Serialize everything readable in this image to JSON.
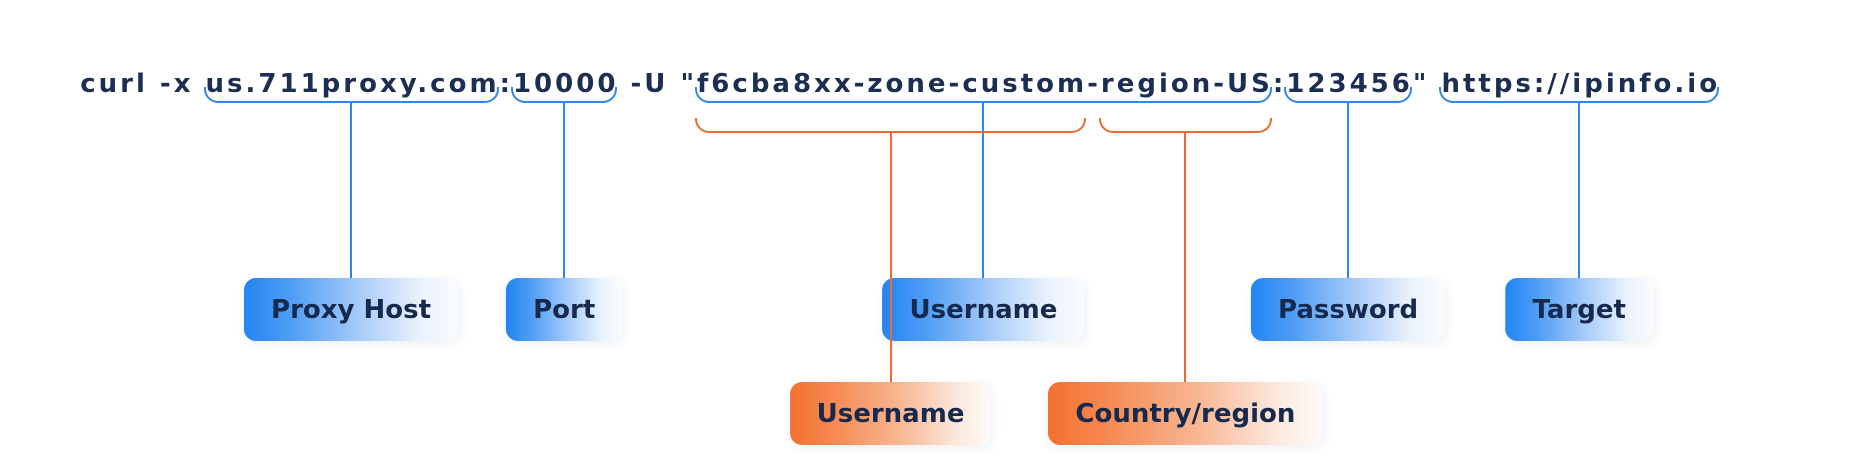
{
  "command": {
    "full": "curl -x us.711proxy.com:10000 -U \"f6cba8xx-zone-custom-region-US:123456\" https://ipinfo.io",
    "segments": {
      "prefix": "curl -x ",
      "host": "us.711proxy.com",
      "colon1": ":",
      "port": "10000",
      "uflag": " -U \"",
      "user_base": "f6cba8xx-zone-custom",
      "dash": "-",
      "region": "region-US",
      "colon2": ":",
      "password": "123456",
      "quote_space": "\" ",
      "target": "https://ipinfo.io"
    }
  },
  "colors": {
    "blue": "#2f86f0",
    "orange": "#ee6a30",
    "command_text": "#1c2e52",
    "label_text": "#17294d"
  },
  "annotations": [
    {
      "label": "Proxy Host",
      "from": "host",
      "to": "host",
      "color": "blue",
      "row": "top"
    },
    {
      "label": "Port",
      "from": "port",
      "to": "port",
      "color": "blue",
      "row": "top"
    },
    {
      "label": "Username",
      "from": "user_base",
      "to": "region",
      "color": "blue",
      "row": "top"
    },
    {
      "label": "Password",
      "from": "password",
      "to": "password",
      "color": "blue",
      "row": "top"
    },
    {
      "label": "Target",
      "from": "target",
      "to": "target",
      "color": "blue",
      "row": "top"
    },
    {
      "label": "Username",
      "from": "user_base",
      "to": "user_base",
      "color": "orange",
      "row": "bottom"
    },
    {
      "label": "Country/region",
      "from": "region",
      "to": "region",
      "color": "orange",
      "row": "bottom"
    }
  ]
}
